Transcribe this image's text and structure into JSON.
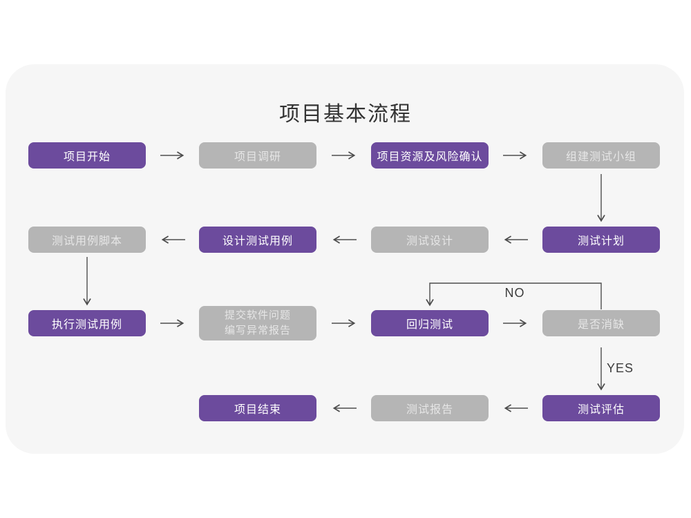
{
  "title": "项目基本流程",
  "colors": {
    "node_purple": "#6C4B9D",
    "node_gray": "#B5B5B5",
    "card_background": "#F6F6F6",
    "arrow": "#4D4D4D",
    "purple_node_text": "#FFFFFF",
    "gray_node_text": "#E6E6E6"
  },
  "decision_labels": {
    "no": "NO",
    "yes": "YES"
  },
  "nodes": [
    {
      "id": "project-start",
      "label": "项目开始",
      "variant": "purple"
    },
    {
      "id": "project-research",
      "label": "项目调研",
      "variant": "gray"
    },
    {
      "id": "project-resources",
      "label": "项目资源及风险确认",
      "variant": "purple"
    },
    {
      "id": "form-test-team",
      "label": "组建测试小组",
      "variant": "gray"
    },
    {
      "id": "test-plan",
      "label": "测试计划",
      "variant": "purple"
    },
    {
      "id": "test-design",
      "label": "测试设计",
      "variant": "gray"
    },
    {
      "id": "design-test-cases",
      "label": "设计测试用例",
      "variant": "purple"
    },
    {
      "id": "test-case-scripts",
      "label": "测试用例脚本",
      "variant": "gray"
    },
    {
      "id": "execute-test-cases",
      "label": "执行测试用例",
      "variant": "purple"
    },
    {
      "id": "submit-issues-report",
      "label": "提交软件问题\n编写异常报告",
      "variant": "gray"
    },
    {
      "id": "regression-test",
      "label": "回归测试",
      "variant": "purple"
    },
    {
      "id": "defect-cleared",
      "label": "是否消缺",
      "variant": "gray"
    },
    {
      "id": "test-evaluation",
      "label": "测试评估",
      "variant": "purple"
    },
    {
      "id": "test-report",
      "label": "测试报告",
      "variant": "gray"
    },
    {
      "id": "project-end",
      "label": "项目结束",
      "variant": "purple"
    }
  ]
}
